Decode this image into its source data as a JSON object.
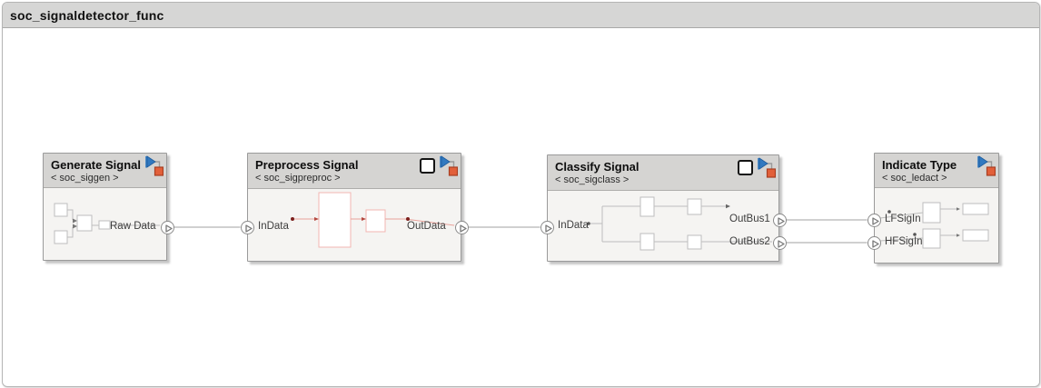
{
  "window": {
    "title": "soc_signaldetector_func"
  },
  "colors": {
    "titlebar_bg": "#d6d6d5",
    "canvas_bg": "#ffffff",
    "block_header_bg": "#d5d4d2",
    "block_body_bg": "#f5f4f2",
    "block_border": "#9a9a9a",
    "wire_gray": "#b3b3b3",
    "preview_gray": "#bdbdbd",
    "highlight_wire_red": "#e9a29b",
    "highlight_rect_pink": "#f2b6b2",
    "highlight_dot_maroon": "#7c1f1c",
    "badge_flag_blue": "#3179c0",
    "badge_square_orange": "#e2603a"
  },
  "blocks": [
    {
      "title": "Generate Signal",
      "subtitle": "< soc_siggen >",
      "ports": {
        "outputs": [
          {
            "label": "Raw Data"
          }
        ]
      }
    },
    {
      "title": "Preprocess Signal",
      "subtitle": "< soc_sigpreproc >",
      "ports": {
        "inputs": [
          {
            "label": "InData"
          }
        ],
        "outputs": [
          {
            "label": "OutData"
          }
        ]
      }
    },
    {
      "title": "Classify Signal",
      "subtitle": "< soc_sigclass >",
      "ports": {
        "inputs": [
          {
            "label": "InData"
          }
        ],
        "outputs": [
          {
            "label": "OutBus1"
          },
          {
            "label": "OutBus2"
          }
        ]
      }
    },
    {
      "title": "Indicate Type",
      "subtitle": "< soc_ledact >",
      "ports": {
        "inputs": [
          {
            "label": "LFSigIn"
          },
          {
            "label": "HFSigIn"
          }
        ]
      }
    }
  ]
}
